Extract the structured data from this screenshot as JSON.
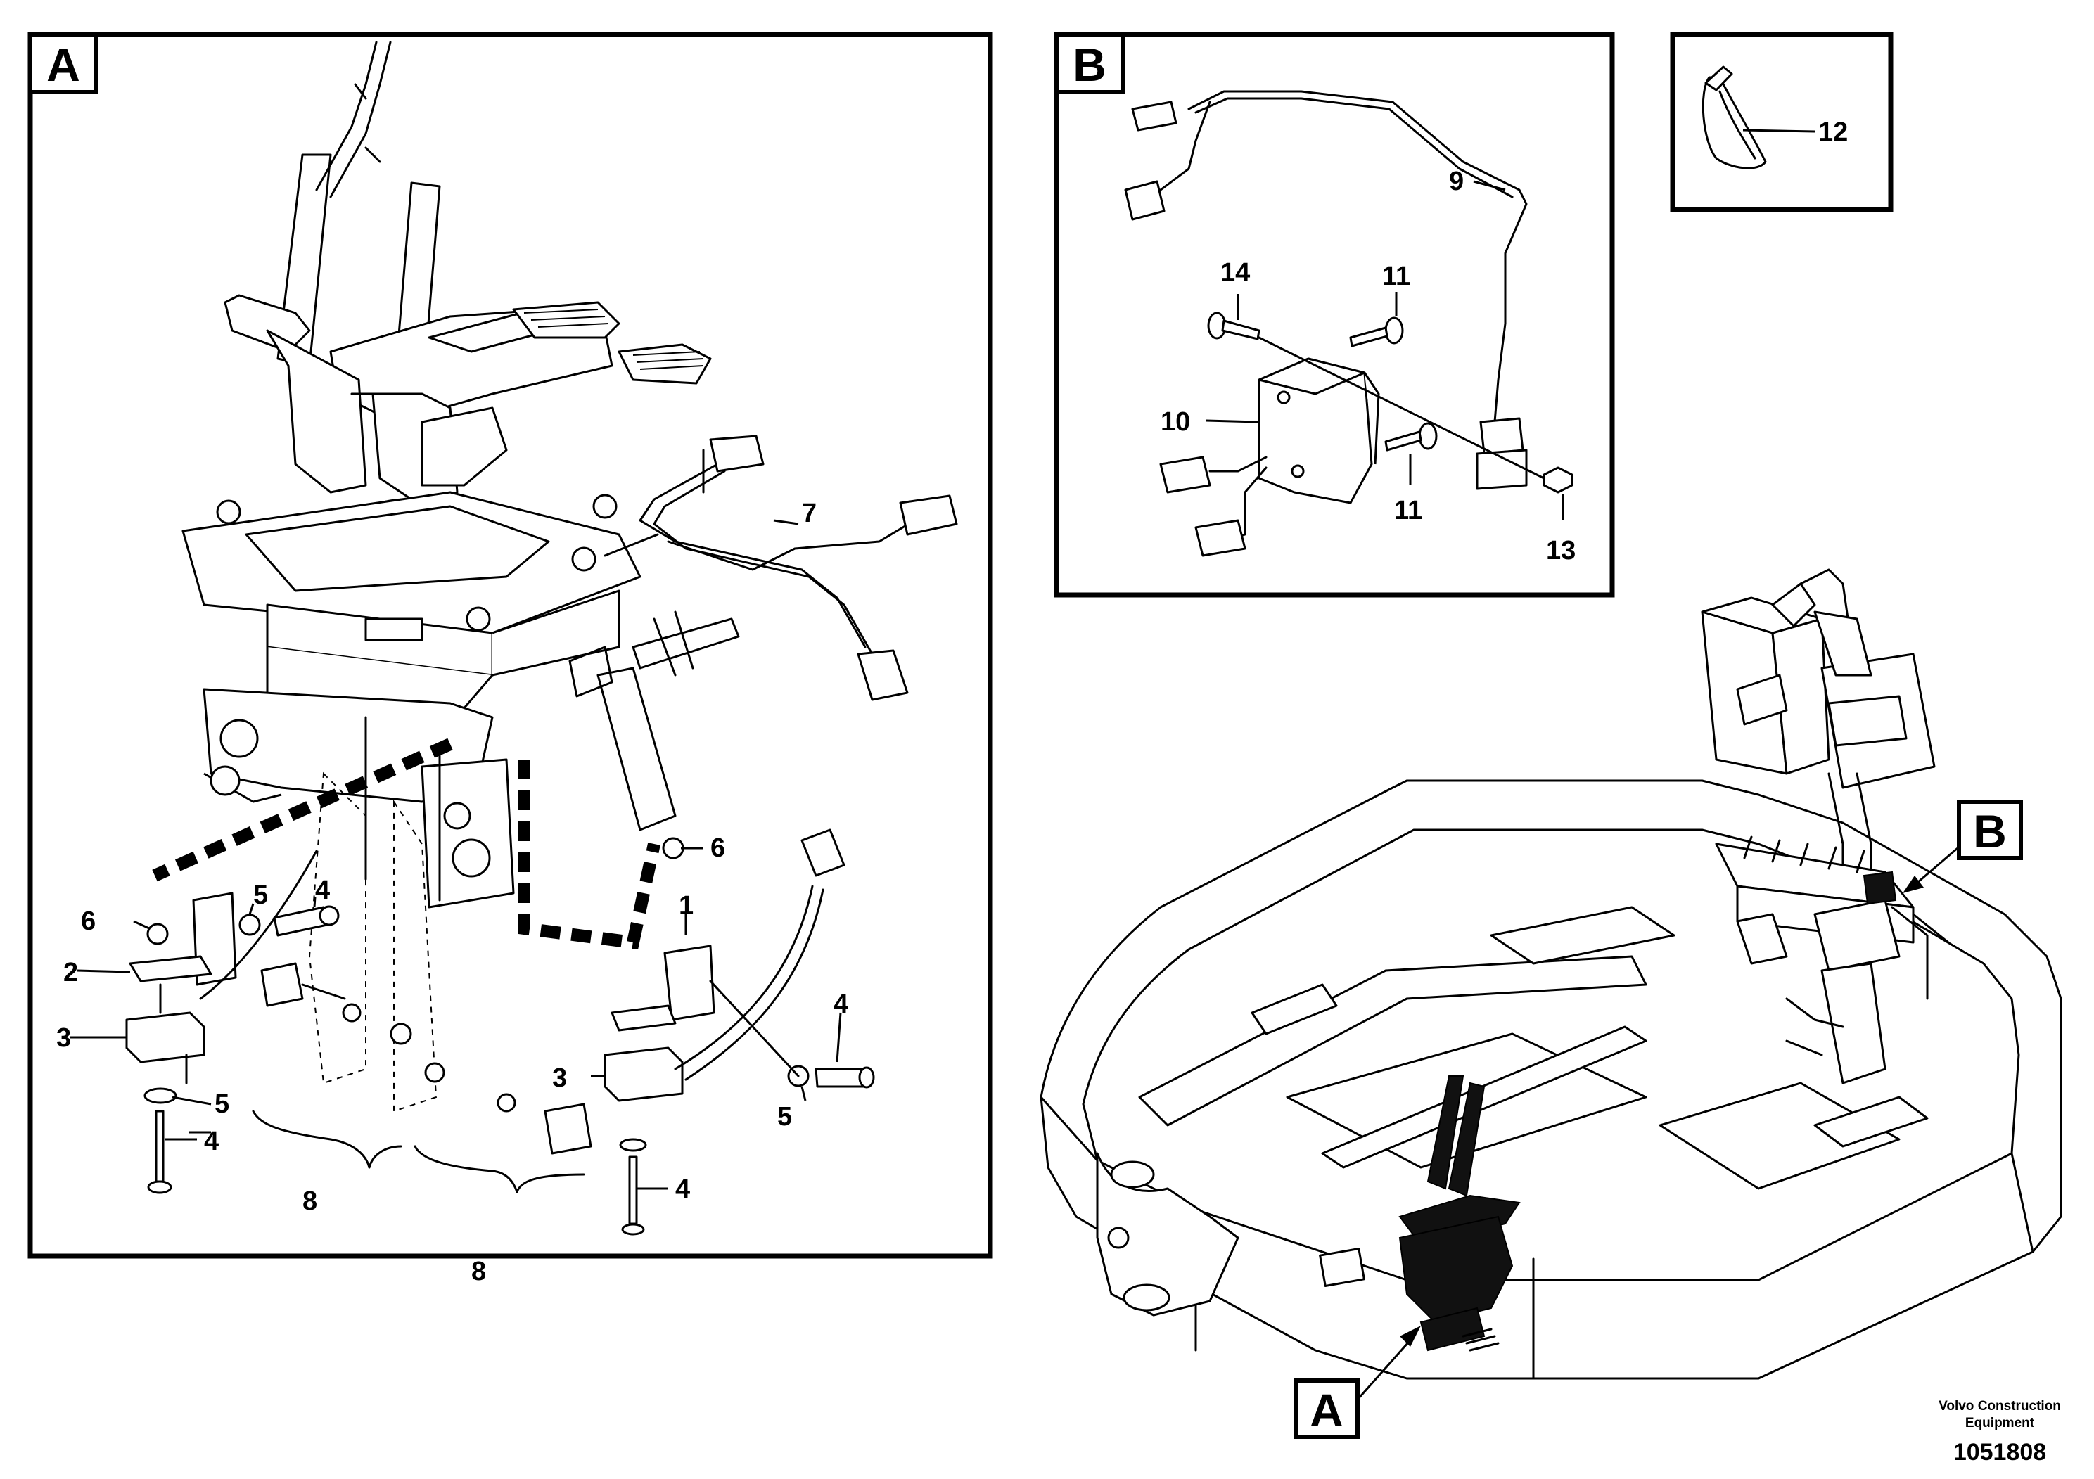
{
  "panels": {
    "a": {
      "tag": "A"
    },
    "b": {
      "tag": "B"
    },
    "tie": {
      "tag": ""
    }
  },
  "callouts": {
    "a": [
      "1",
      "2",
      "3",
      "3",
      "4",
      "4",
      "4",
      "4",
      "5",
      "5",
      "5",
      "6",
      "6",
      "7",
      "8",
      "8"
    ],
    "b": [
      "9",
      "10",
      "11",
      "11",
      "13",
      "14"
    ],
    "tie": [
      "12"
    ]
  },
  "overview": {
    "tag_a": "A",
    "tag_b": "B"
  },
  "footer": {
    "company_line1": "Volvo Construction",
    "company_line2": "Equipment",
    "doc_number": "1051808"
  },
  "colors": {
    "line": "#000000",
    "background": "#ffffff"
  }
}
